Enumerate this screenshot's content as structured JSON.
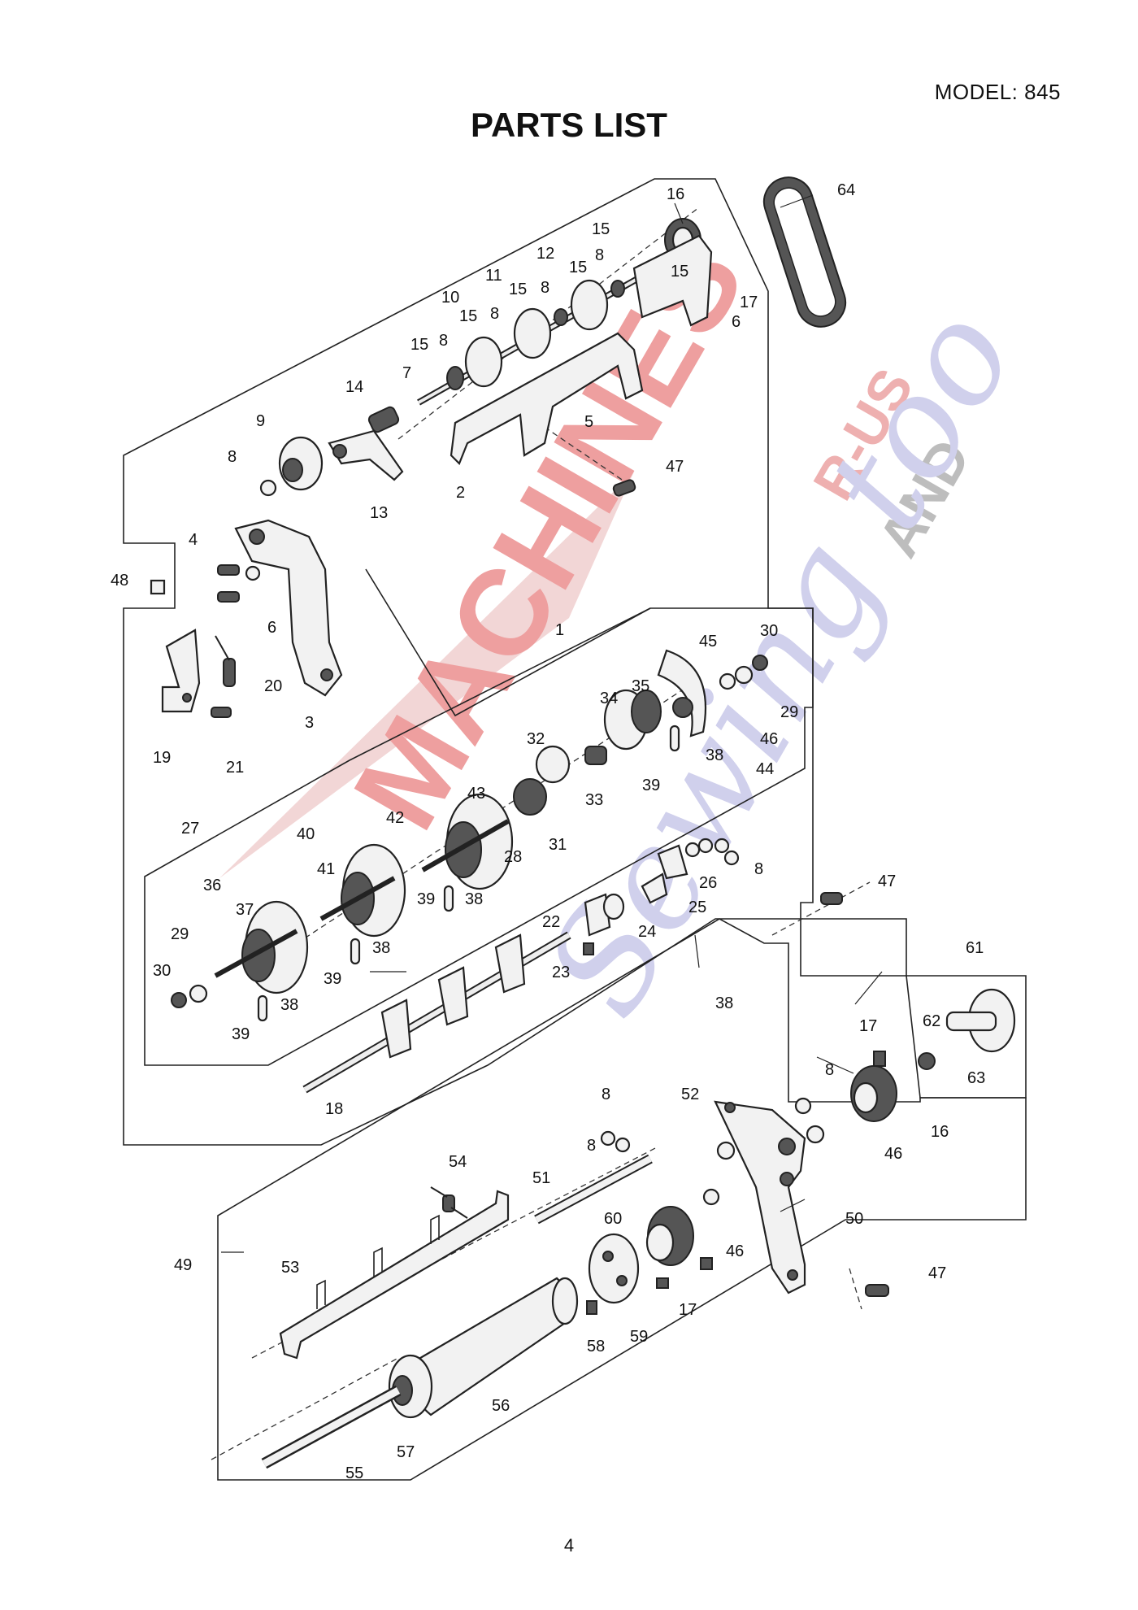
{
  "header": {
    "model": "MODEL: 845",
    "title": "PARTS LIST"
  },
  "footer": {
    "page_number": "4"
  },
  "watermark": {
    "line1": "MACHINES",
    "line2": "R-US",
    "line3": "AND",
    "line4": "Sewing too"
  },
  "callouts": {
    "c1": "1",
    "c2": "2",
    "c3": "3",
    "c4": "4",
    "c5": "5",
    "c6a": "6",
    "c6b": "6",
    "c7": "7",
    "c8a": "8",
    "c8b": "8",
    "c8c": "8",
    "c8d": "8",
    "c8e": "8",
    "c8f": "8",
    "c8g": "8",
    "c8h": "8",
    "c8i": "8",
    "c9": "9",
    "c10": "10",
    "c11": "11",
    "c12": "12",
    "c13": "13",
    "c14": "14",
    "c15a": "15",
    "c15b": "15",
    "c15c": "15",
    "c15d": "15",
    "c15e": "15",
    "c15f": "15",
    "c16a": "16",
    "c16b": "16",
    "c17a": "17",
    "c17b": "17",
    "c17c": "17",
    "c18": "18",
    "c19": "19",
    "c20": "20",
    "c21": "21",
    "c22": "22",
    "c23": "23",
    "c24": "24",
    "c25": "25",
    "c26": "26",
    "c27": "27",
    "c28": "28",
    "c29a": "29",
    "c29b": "29",
    "c30a": "30",
    "c30b": "30",
    "c31": "31",
    "c32": "32",
    "c33": "33",
    "c34": "34",
    "c35": "35",
    "c36": "36",
    "c37": "37",
    "c38a": "38",
    "c38b": "38",
    "c38c": "38",
    "c38d": "38",
    "c38e": "38",
    "c39a": "39",
    "c39b": "39",
    "c39c": "39",
    "c39d": "39",
    "c40": "40",
    "c41": "41",
    "c42": "42",
    "c43": "43",
    "c44": "44",
    "c45": "45",
    "c46a": "46",
    "c46b": "46",
    "c46c": "46",
    "c47a": "47",
    "c47b": "47",
    "c47c": "47",
    "c48": "48",
    "c49": "49",
    "c50": "50",
    "c51": "51",
    "c52": "52",
    "c53": "53",
    "c54": "54",
    "c55": "55",
    "c56": "56",
    "c57": "57",
    "c58": "58",
    "c59": "59",
    "c60": "60",
    "c61": "61",
    "c62": "62",
    "c63": "63",
    "c64": "64"
  }
}
